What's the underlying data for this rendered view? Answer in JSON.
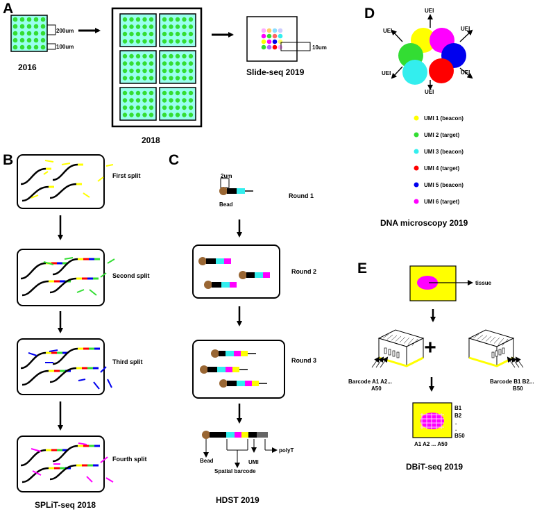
{
  "colors": {
    "green": "#33dd33",
    "teal": "#99ffee",
    "yellow": "#ffff00",
    "cyan": "#33eeee",
    "red": "#ff0000",
    "blue": "#0000ee",
    "magenta": "#ff00ff",
    "brown": "#996633",
    "black": "#000000",
    "grey": "#666666"
  },
  "panelA": {
    "label": "A",
    "year_2016": "2016",
    "year_2018": "2018",
    "slide_seq": "Slide-seq 2019",
    "dim_200": "200um",
    "dim_100": "100um",
    "dim_10": "10um"
  },
  "panelB": {
    "label": "B",
    "steps": [
      "First split",
      "Second split",
      "Third split",
      "Fourth split"
    ],
    "caption": "SPLiT-seq 2018"
  },
  "panelC": {
    "label": "C",
    "dim_2um": "2um",
    "bead": "Bead",
    "rounds": [
      "Round 1",
      "Round 2",
      "Round 3"
    ],
    "bead_bottom": "Bead",
    "umi": "UMI",
    "polyt": "polyT",
    "spatial_barcode": "Spatial barcode",
    "caption": "HDST 2019"
  },
  "panelD": {
    "label": "D",
    "uei": "UEI",
    "legend": [
      {
        "text": "UMI 1 (beacon)",
        "color": "#ffff00"
      },
      {
        "text": "UMI 2 (target)",
        "color": "#33dd33"
      },
      {
        "text": "UMI 3 (beacon)",
        "color": "#33eeee"
      },
      {
        "text": "UMI 4 (target)",
        "color": "#ff0000"
      },
      {
        "text": "UMI 5 (beacon)",
        "color": "#0000ee"
      },
      {
        "text": "UMI 6 (target)",
        "color": "#ff00ff"
      }
    ],
    "caption": "DNA microscopy 2019"
  },
  "panelE": {
    "label": "E",
    "tissue": "tissue",
    "barcode_a_line1": "Barcode A1 A2...",
    "barcode_a_line2": "A50",
    "barcode_b_line1": "Barcode B1 B2...",
    "barcode_b_line2": "B50",
    "b_axis": [
      "B1",
      "B2",
      ".",
      ".",
      "B50"
    ],
    "a_axis": "A1 A2 ... A50",
    "plus": "+",
    "caption": "DBiT-seq 2019"
  }
}
